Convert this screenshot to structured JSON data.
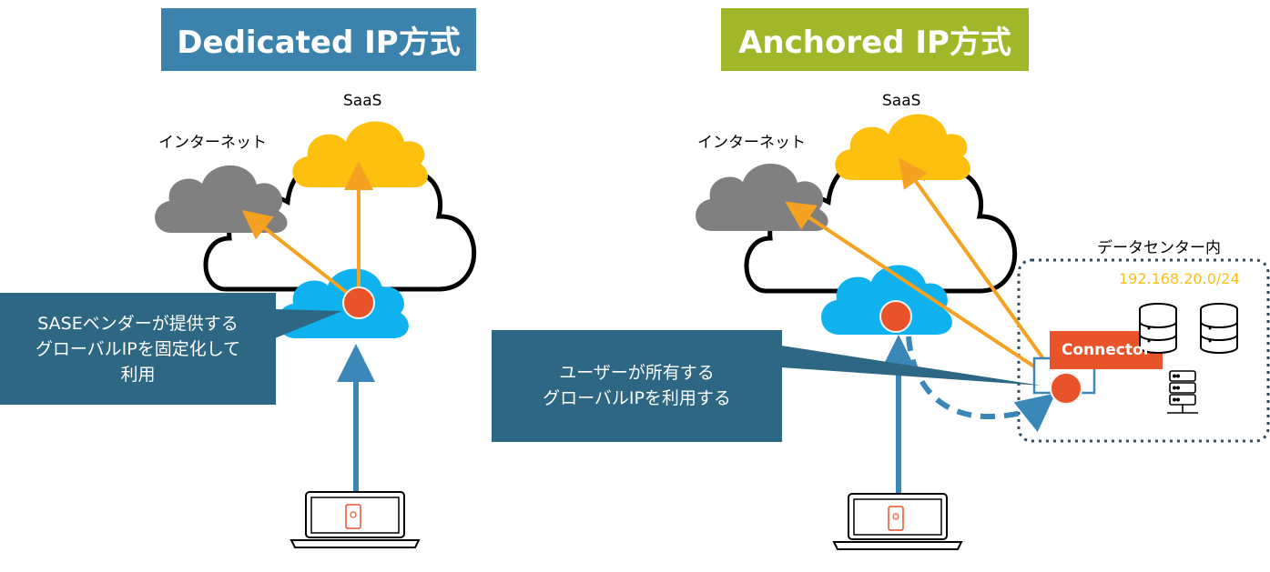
{
  "colors": {
    "left_title_bg": "#3b83ad",
    "right_title_bg": "#a2b629",
    "cloud_gray": "#808080",
    "cloud_yellow": "#fdc00f",
    "cloud_blue": "#0fb2ee",
    "node_red": "#e8532a",
    "arrow_orange": "#f5a122",
    "arrow_blue": "#3b88b8",
    "callout_bg": "#2e6784",
    "subnet_text": "#fcbe18"
  },
  "left": {
    "title": "Dedicated IP方式",
    "internet_label": "インターネット",
    "saas_label": "SaaS",
    "callout_lines": [
      "SASEベンダーが提供する",
      "グローバルIPを固定化して",
      "利用"
    ]
  },
  "right": {
    "title": "Anchored IP方式",
    "internet_label": "インターネット",
    "saas_label": "SaaS",
    "datacenter_label": "データセンター内",
    "subnet": "192.168.20.0/24",
    "connector_label": "Connector",
    "callout_lines": [
      "ユーザーが所有する",
      "グローバルIPを利用する"
    ]
  },
  "icons": [
    "cloud-icon",
    "laptop-icon",
    "database-icon",
    "server-icon"
  ]
}
